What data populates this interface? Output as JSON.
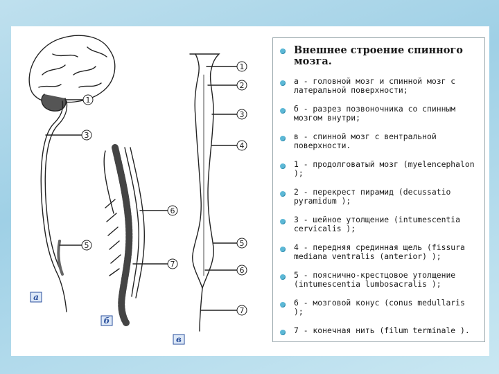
{
  "slide": {
    "title": "Внешнее строение спинного мозга.",
    "items": [
      "а - головной мозг и спинной мозг с латеральной поверхности;",
      "б - разрез позвоночника со спинным мозгом внутри;",
      "в - спинной мозг с вентральной поверхности.",
      "1 - продолговатый мозг (myelencephalon );",
      "2 - перекрест пирамид (decussatio pyramidum );",
      "3 - шейное утолщение (intumescentia cervicalis );",
      "4 - передняя срединная щель (fissura mediana ventralis (anterior) );",
      "5 - пояснично-крестцовое утолщение (intumescentia lumbosacralis );",
      "6 - мозговой конус (conus medullaris );",
      "7 - конечная нить (filum terminale )."
    ]
  },
  "figure": {
    "panel_letters": [
      "а",
      "б",
      "в"
    ],
    "labels_a": [
      "1",
      "3",
      "5"
    ],
    "labels_b": [
      "6",
      "7"
    ],
    "labels_c": [
      "1",
      "2",
      "3",
      "4",
      "5",
      "6",
      "7"
    ]
  },
  "colors": {
    "background": "#a8d6ea",
    "bullet": "#5cb8d6",
    "letter": "#2a4f9c"
  }
}
